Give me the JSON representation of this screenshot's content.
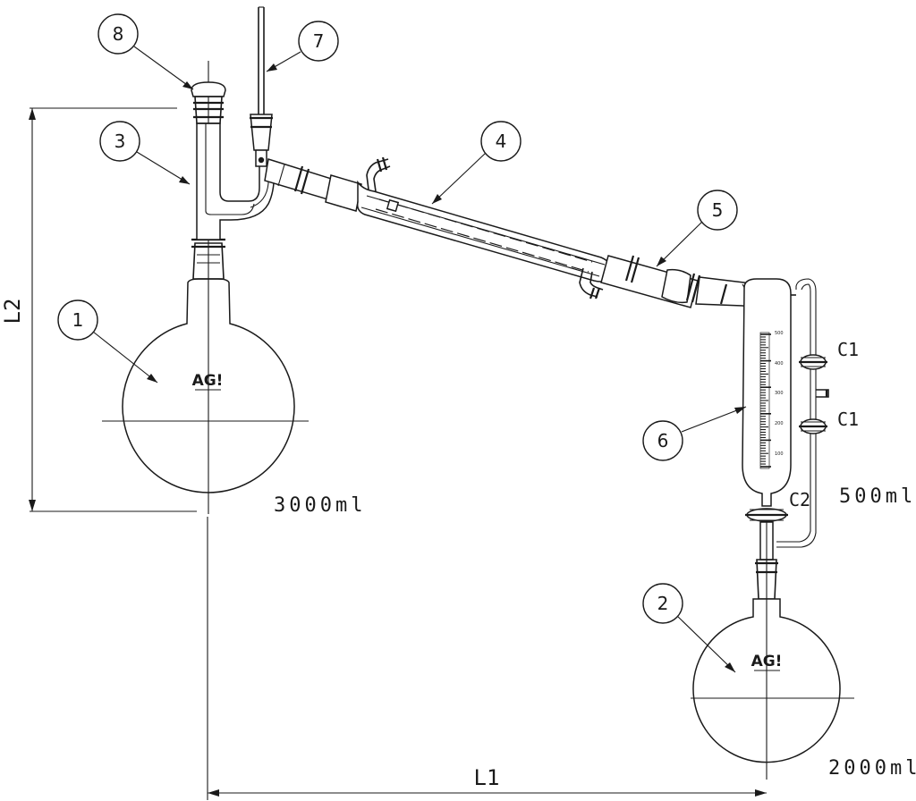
{
  "callouts": [
    "1",
    "2",
    "3",
    "4",
    "5",
    "6",
    "7",
    "8"
  ],
  "labels": {
    "flask1_volume": "3000ml",
    "flask2_volume": "2000ml",
    "receiver_volume": "500ml",
    "dim_l1": "L1",
    "dim_l2": "L2",
    "c1_upper": "C1",
    "c1_lower": "C1",
    "c2": "C2"
  },
  "logos": {
    "flask1": "AG!",
    "flask2": "AG!"
  },
  "receiver_scale": [
    "500",
    "400",
    "300",
    "200",
    "100"
  ]
}
